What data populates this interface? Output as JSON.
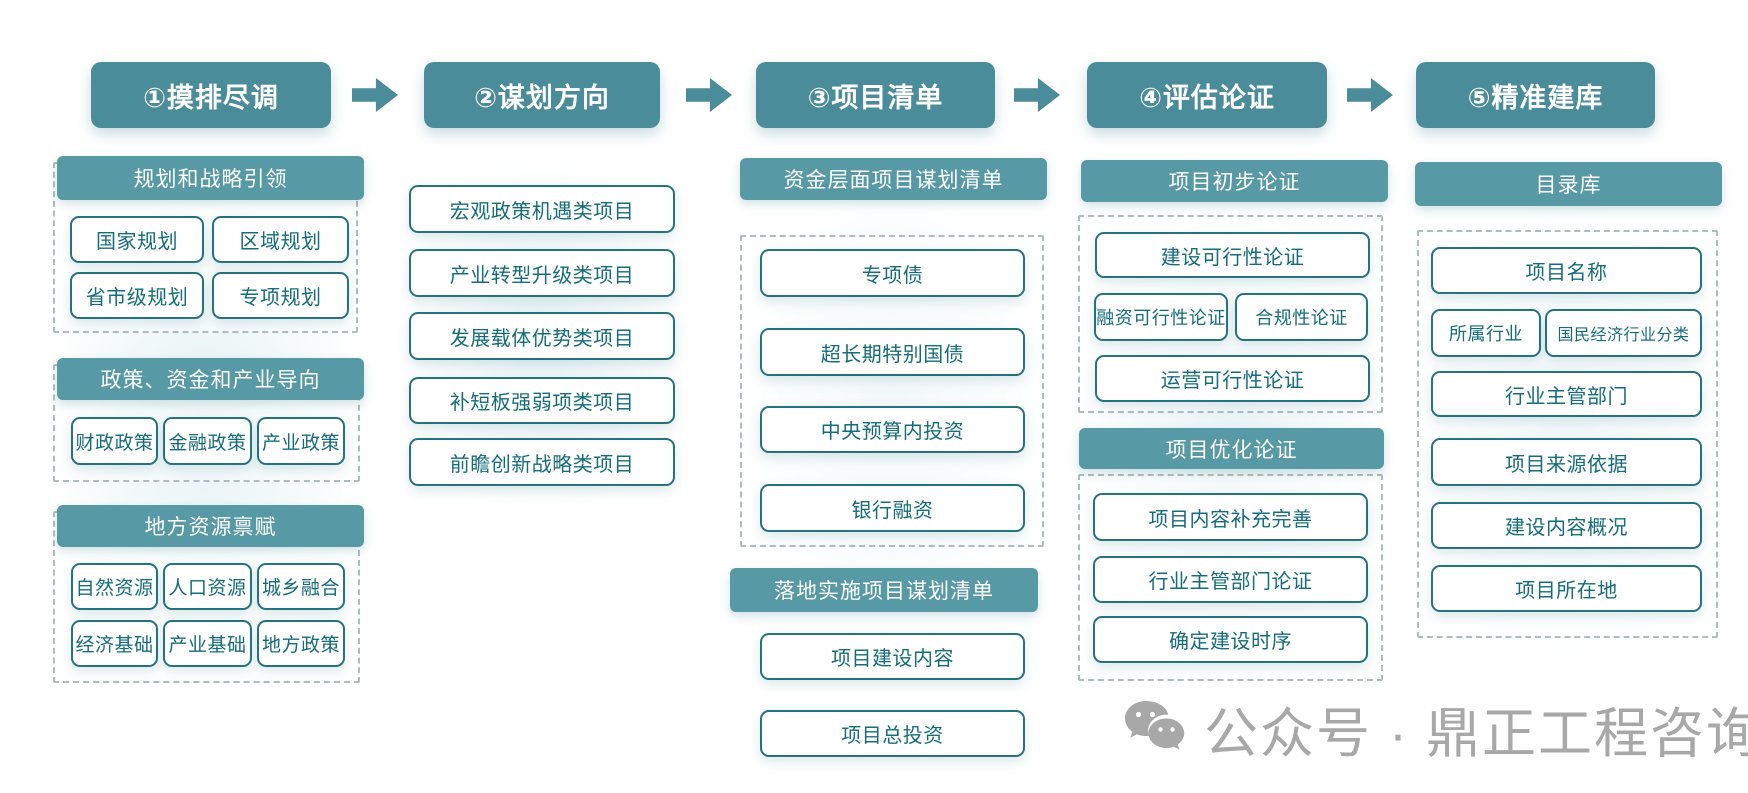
{
  "flow": {
    "steps": [
      {
        "label": "①摸排尽调"
      },
      {
        "label": "②谋划方向"
      },
      {
        "label": "③项目清单"
      },
      {
        "label": "④评估论证"
      },
      {
        "label": "⑤精准建库"
      }
    ]
  },
  "column1": {
    "groups": [
      {
        "title": "规划和战略引领",
        "items": [
          "国家规划",
          "区域规划",
          "省市级规划",
          "专项规划"
        ]
      },
      {
        "title": "政策、资金和产业导向",
        "items": [
          "财政政策",
          "金融政策",
          "产业政策"
        ]
      },
      {
        "title": "地方资源禀赋",
        "items": [
          "自然资源",
          "人口资源",
          "城乡融合",
          "经济基础",
          "产业基础",
          "地方政策"
        ]
      }
    ]
  },
  "column2": {
    "items": [
      "宏观政策机遇类项目",
      "产业转型升级类项目",
      "发展载体优势类项目",
      "补短板强弱项类项目",
      "前瞻创新战略类项目"
    ]
  },
  "column3": {
    "funding": {
      "title": "资金层面项目谋划清单",
      "items": [
        "专项债",
        "超长期特别国债",
        "中央预算内投资",
        "银行融资"
      ]
    },
    "implementation": {
      "title": "落地实施项目谋划清单",
      "items": [
        "项目建设内容",
        "项目总投资"
      ]
    }
  },
  "column4": {
    "preliminary": {
      "title": "项目初步论证",
      "items": [
        "建设可行性论证",
        "融资可行性论证",
        "合规性论证",
        "运营可行性论证"
      ]
    },
    "optimization": {
      "title": "项目优化论证",
      "items": [
        "项目内容补充完善",
        "行业主管部门论证",
        "确定建设时序"
      ]
    }
  },
  "column5": {
    "title": "目录库",
    "items": [
      "项目名称",
      "所属行业",
      "国民经济行业分类",
      "行业主管部门",
      "项目来源依据",
      "建设内容概况",
      "项目所在地"
    ]
  },
  "watermark": {
    "icon": "wechat-icon",
    "text": "公众号 · 鼎正工程咨询"
  },
  "colors": {
    "header_teal": "#4a8c99",
    "bar_teal": "#5799a4",
    "box_border": "#26727f",
    "box_text": "#156d7c",
    "dashed_border": "#b0bcbf",
    "watermark_gray": "#a8a8a8"
  }
}
